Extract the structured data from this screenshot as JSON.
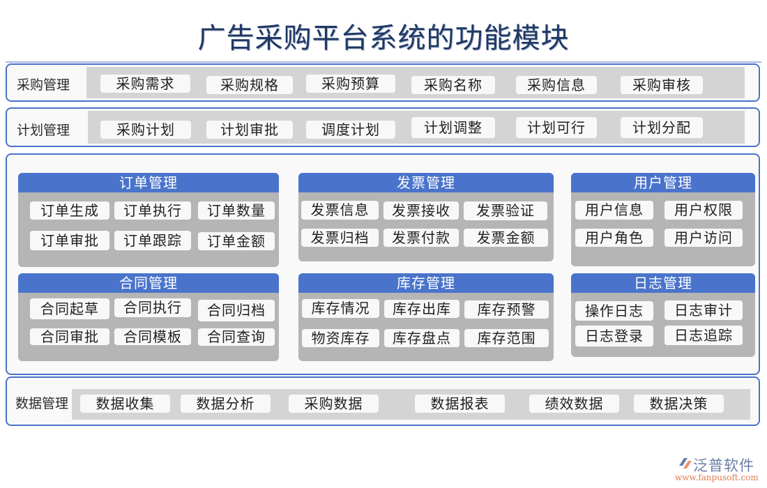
{
  "title": "广告采购平台系统的功能模块",
  "colors": {
    "title": "#1f3864",
    "panel_border": "#4a72c9",
    "group_header": "#4a74cb",
    "group_body": "#b5b5b5",
    "row_track": "#d4d4d4",
    "chip": "#f8f8f8"
  },
  "rows": {
    "procurement": {
      "label": "采购管理",
      "items": [
        "采购需求",
        "采购规格",
        "采购预算",
        "采购名称",
        "采购信息",
        "采购审核"
      ]
    },
    "planning": {
      "label": "计划管理",
      "items": [
        "采购计划",
        "计划审批",
        "调度计划",
        "计划调整",
        "计划可行",
        "计划分配"
      ]
    },
    "data": {
      "label": "数据管理",
      "items": [
        "数据收集",
        "数据分析",
        "采购数据",
        "数据报表",
        "绩效数据",
        "数据决策"
      ]
    }
  },
  "groups": {
    "order": {
      "title": "订单管理",
      "items": [
        "订单生成",
        "订单执行",
        "订单数量",
        "订单审批",
        "订单跟踪",
        "订单金额"
      ]
    },
    "invoice": {
      "title": "发票管理",
      "items": [
        "发票信息",
        "发票接收",
        "发票验证",
        "发票归档",
        "发票付款",
        "发票金额"
      ]
    },
    "user": {
      "title": "用户管理",
      "items": [
        "用户信息",
        "用户权限",
        "用户角色",
        "用户访问"
      ]
    },
    "contract": {
      "title": "合同管理",
      "items": [
        "合同起草",
        "合同执行",
        "合同归档",
        "合同审批",
        "合同模板",
        "合同查询"
      ]
    },
    "inventory": {
      "title": "库存管理",
      "items": [
        "库存情况",
        "库存出库",
        "库存预警",
        "物资库存",
        "库存盘点",
        "库存范围"
      ]
    },
    "log": {
      "title": "日志管理",
      "items": [
        "操作日志",
        "日志审计",
        "日志登录",
        "日志追踪"
      ]
    }
  },
  "brand": {
    "name": "泛普软件",
    "url": "www.fanpusoft.com",
    "logo_icon": "fanpu-logo-icon"
  }
}
